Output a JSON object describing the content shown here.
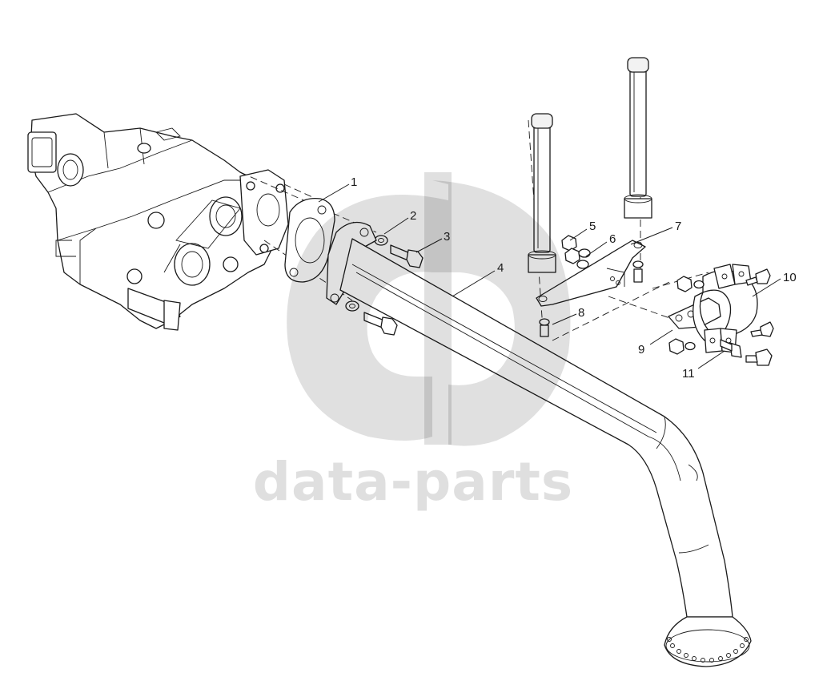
{
  "callouts": [
    {
      "id": "1",
      "label": "1"
    },
    {
      "id": "2",
      "label": "2"
    },
    {
      "id": "3",
      "label": "3"
    },
    {
      "id": "4",
      "label": "4"
    },
    {
      "id": "5",
      "label": "5"
    },
    {
      "id": "6",
      "label": "6"
    },
    {
      "id": "7",
      "label": "7"
    },
    {
      "id": "8",
      "label": "8"
    },
    {
      "id": "9",
      "label": "9"
    },
    {
      "id": "10",
      "label": "10"
    },
    {
      "id": "11",
      "label": "11"
    }
  ],
  "watermark": {
    "text": "data-parts"
  },
  "colors": {
    "line": "#1a1a1a",
    "watermark": "#000000"
  }
}
